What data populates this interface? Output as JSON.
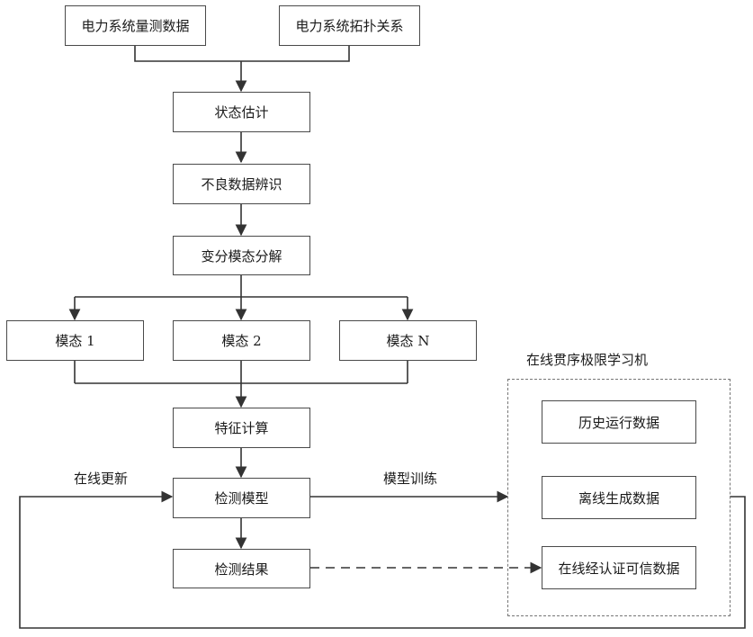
{
  "nodes": {
    "measurement": "电力系统量测数据",
    "topology": "电力系统拓扑关系",
    "state_estimation": "状态估计",
    "bad_data": "不良数据辨识",
    "vmd": "变分模态分解",
    "mode1": "模态 1",
    "mode2": "模态 2",
    "modeN": "模态 N",
    "feature": "特征计算",
    "detect_model": "检测模型",
    "detect_result": "检测结果"
  },
  "group": {
    "title": "在线贯序极限学习机",
    "items": [
      "历史运行数据",
      "离线生成数据",
      "在线经认证可信数据"
    ]
  },
  "edge_labels": {
    "online_update": "在线更新",
    "model_training": "模型训练"
  }
}
